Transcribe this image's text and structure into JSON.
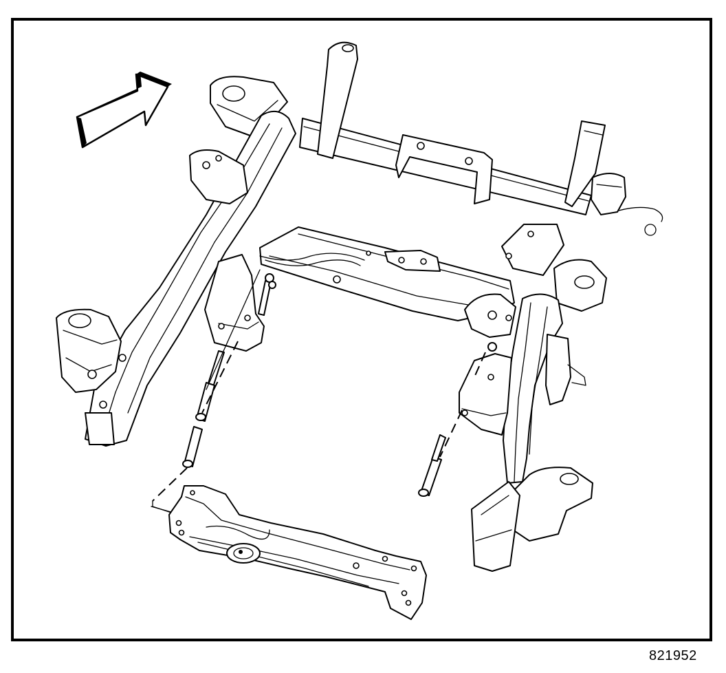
{
  "figure": {
    "id": "821952",
    "frame_color": "#000000",
    "background": "#ffffff"
  },
  "parts": {
    "direction_arrow": "direction-arrow-icon",
    "upper_frame": "engine-cradle-frame",
    "rear_crossmember": "rear-crossmember",
    "bolts": "mounting-bolts"
  }
}
